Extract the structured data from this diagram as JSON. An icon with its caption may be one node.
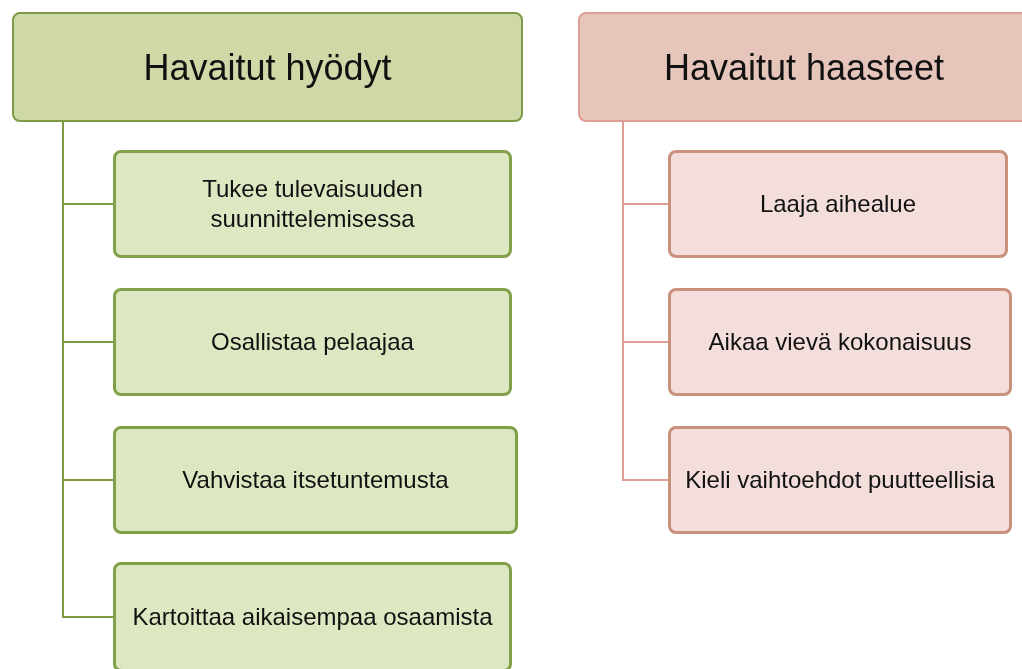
{
  "diagram": {
    "nodes": [
      {
        "text": [
          "Havaitut hyödyt"
        ]
      },
      {
        "text": [
          "Tukee tulevaisuuden suunnittelemisessa"
        ]
      },
      {
        "text": [
          "Osallistaa pelaajaa"
        ]
      },
      {
        "text": [
          "Vahvistaa itsetuntemusta"
        ]
      },
      {
        "text": [
          "Kartoittaa aikaisempaa osaamista"
        ]
      },
      {
        "text": [
          "Havaitut haasteet"
        ]
      },
      {
        "text": [
          "Laaja aihealue"
        ]
      },
      {
        "text": [
          "Aikaa vievä kokonaisuus"
        ]
      },
      {
        "text": [
          "Kieli vaihtoehdot puutteellisia"
        ]
      }
    ],
    "edges": [
      {
        "from": 0,
        "to": 1,
        "arrow": "none",
        "color": "#7e9a47"
      },
      {
        "from": 0,
        "to": 2,
        "arrow": "none",
        "color": "#7e9a47"
      },
      {
        "from": 0,
        "to": 3,
        "arrow": "none",
        "color": "#7e9a47"
      },
      {
        "from": 0,
        "to": 4,
        "arrow": "none",
        "color": "#7e9a47"
      },
      {
        "from": 5,
        "to": 6,
        "arrow": "none",
        "color": "#e09d96"
      },
      {
        "from": 5,
        "to": 7,
        "arrow": "none",
        "color": "#e09d96"
      },
      {
        "from": 5,
        "to": 8,
        "arrow": "none",
        "color": "#e09d96"
      }
    ]
  }
}
